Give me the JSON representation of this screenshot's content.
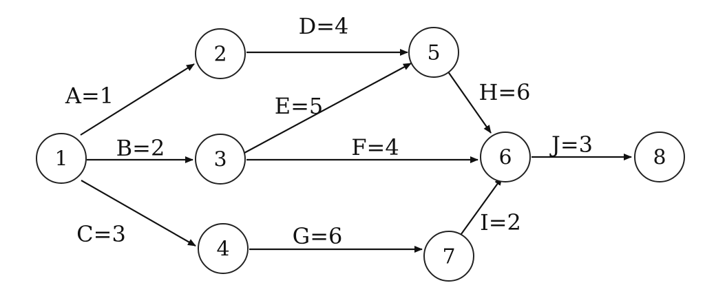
{
  "nodes": [
    {
      "id": "1",
      "label": "1"
    },
    {
      "id": "2",
      "label": "2"
    },
    {
      "id": "3",
      "label": "3"
    },
    {
      "id": "4",
      "label": "4"
    },
    {
      "id": "5",
      "label": "5"
    },
    {
      "id": "6",
      "label": "6"
    },
    {
      "id": "7",
      "label": "7"
    },
    {
      "id": "8",
      "label": "8"
    }
  ],
  "edges": [
    {
      "id": "A",
      "from": "1",
      "to": "2",
      "label": "A=1"
    },
    {
      "id": "B",
      "from": "1",
      "to": "3",
      "label": "B=2"
    },
    {
      "id": "C",
      "from": "1",
      "to": "4",
      "label": "C=3"
    },
    {
      "id": "D",
      "from": "2",
      "to": "5",
      "label": "D=4"
    },
    {
      "id": "E",
      "from": "3",
      "to": "5",
      "label": "E=5"
    },
    {
      "id": "F",
      "from": "3",
      "to": "6",
      "label": "F=4"
    },
    {
      "id": "G",
      "from": "4",
      "to": "7",
      "label": "G=6"
    },
    {
      "id": "H",
      "from": "5",
      "to": "6",
      "label": "H=6"
    },
    {
      "id": "I",
      "from": "7",
      "to": "6",
      "label": "I=2"
    },
    {
      "id": "J",
      "from": "6",
      "to": "8",
      "label": "J=3"
    }
  ]
}
